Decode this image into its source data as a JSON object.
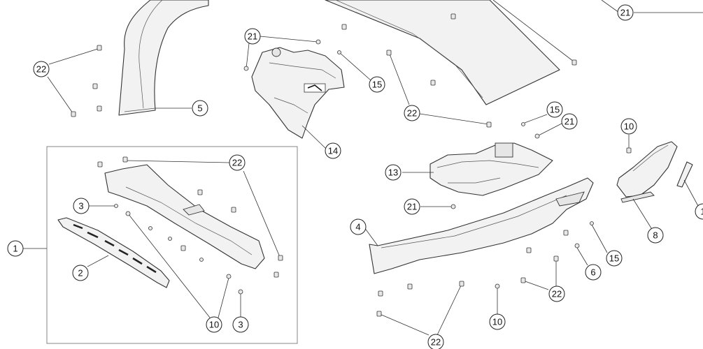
{
  "callouts": {
    "c1": "1",
    "c2": "2",
    "c3a": "3",
    "c3b": "3",
    "c4": "4",
    "c5": "5",
    "c6": "6",
    "c8": "8",
    "c10a": "10",
    "c10b": "10",
    "c10c": "10",
    "c13": "13",
    "c14": "14",
    "c15a": "15",
    "c15b": "15",
    "c15c": "15",
    "c21a": "21",
    "c21b": "21",
    "c21c": "21",
    "c21d": "21",
    "c22a": "22",
    "c22b": "22",
    "c22c": "22",
    "c22d": "22",
    "c22e": "22",
    "c1edge": "1"
  }
}
